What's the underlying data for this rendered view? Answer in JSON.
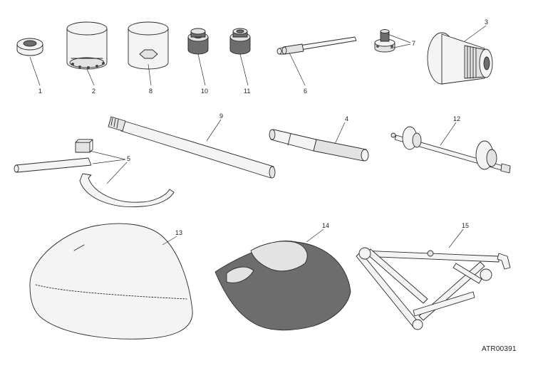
{
  "drawing_code": "ATR00391",
  "callouts": [
    "1",
    "2",
    "8",
    "10",
    "11",
    "6",
    "7",
    "3",
    "9",
    "4",
    "12",
    "5",
    "13",
    "14",
    "15"
  ]
}
